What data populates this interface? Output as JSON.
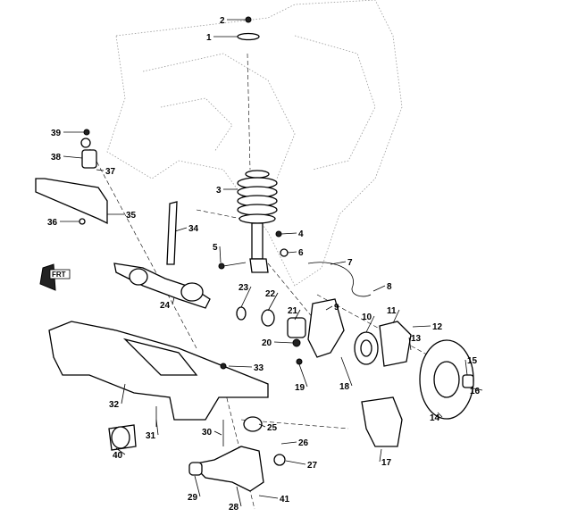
{
  "diagram": {
    "orientation_marker": "FRT",
    "callouts": [
      "1",
      "2",
      "3",
      "4",
      "5",
      "6",
      "7",
      "8",
      "9",
      "10",
      "11",
      "12",
      "13",
      "14",
      "15",
      "16",
      "17",
      "18",
      "19",
      "20",
      "21",
      "22",
      "23",
      "24",
      "25",
      "26",
      "27",
      "28",
      "29",
      "30",
      "31",
      "32",
      "33",
      "34",
      "35",
      "36",
      "37",
      "38",
      "39",
      "40",
      "41"
    ]
  }
}
